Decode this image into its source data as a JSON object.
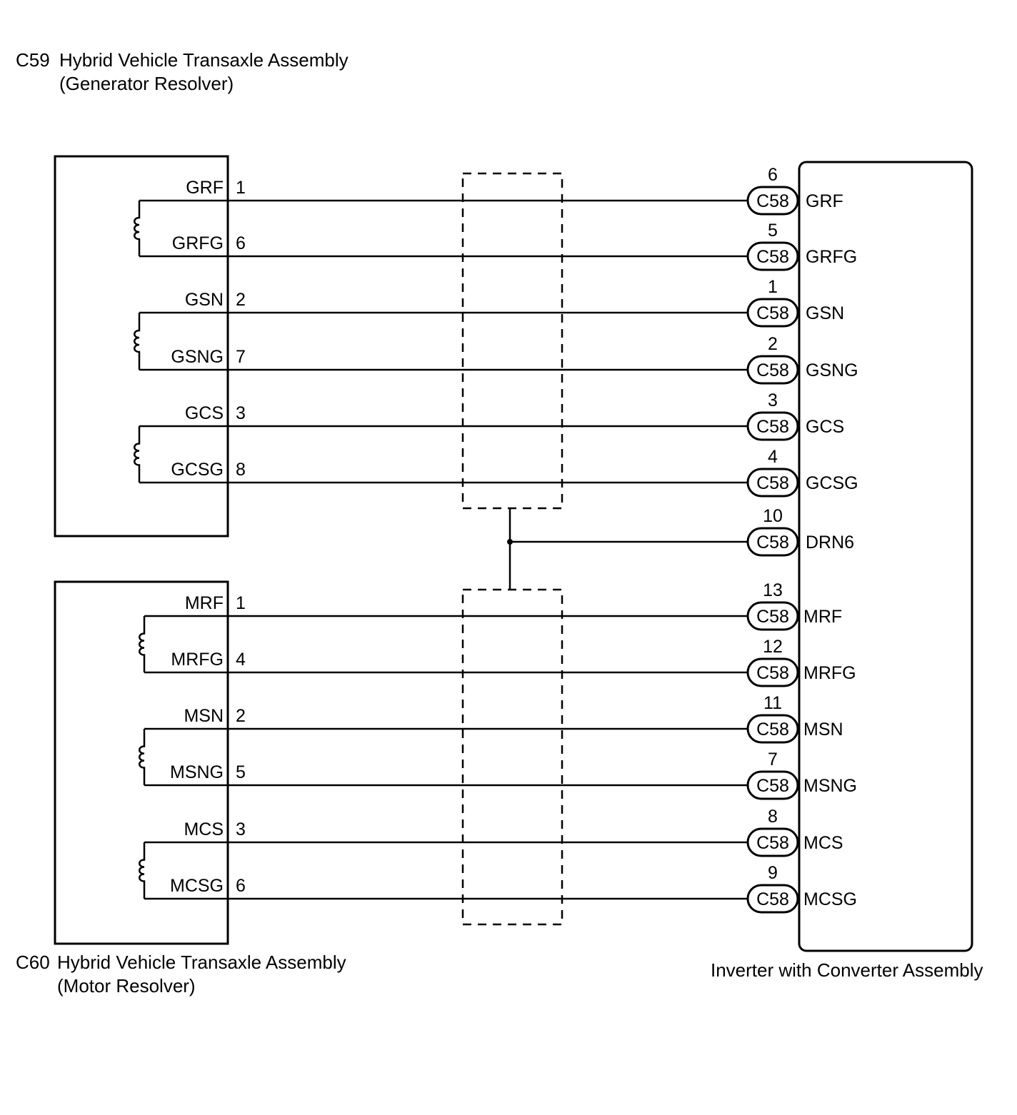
{
  "generator": {
    "code": "C59",
    "name_line1": "Hybrid Vehicle Transaxle Assembly",
    "name_line2": "(Generator Resolver)"
  },
  "motor": {
    "code": "C60",
    "name_line1": "Hybrid Vehicle Transaxle Assembly",
    "name_line2": "(Motor Resolver)"
  },
  "inverter": {
    "name": "Inverter with Converter Assembly",
    "connector": "C58"
  },
  "wires": [
    {
      "left_label": "GRF",
      "left_pin": "1",
      "right_pin": "6",
      "right_label": "GRF"
    },
    {
      "left_label": "GRFG",
      "left_pin": "6",
      "right_pin": "5",
      "right_label": "GRFG"
    },
    {
      "left_label": "GSN",
      "left_pin": "2",
      "right_pin": "1",
      "right_label": "GSN"
    },
    {
      "left_label": "GSNG",
      "left_pin": "7",
      "right_pin": "2",
      "right_label": "GSNG"
    },
    {
      "left_label": "GCS",
      "left_pin": "3",
      "right_pin": "3",
      "right_label": "GCS"
    },
    {
      "left_label": "GCSG",
      "left_pin": "8",
      "right_pin": "4",
      "right_label": "GCSG"
    },
    {
      "left_label": "",
      "left_pin": "",
      "right_pin": "10",
      "right_label": "DRN6"
    },
    {
      "left_label": "MRF",
      "left_pin": "1",
      "right_pin": "13",
      "right_label": "MRF"
    },
    {
      "left_label": "MRFG",
      "left_pin": "4",
      "right_pin": "12",
      "right_label": "MRFG"
    },
    {
      "left_label": "MSN",
      "left_pin": "2",
      "right_pin": "11",
      "right_label": "MSN"
    },
    {
      "left_label": "MSNG",
      "left_pin": "5",
      "right_pin": "7",
      "right_label": "MSNG"
    },
    {
      "left_label": "MCS",
      "left_pin": "3",
      "right_pin": "8",
      "right_label": "MCS"
    },
    {
      "left_label": "MCSG",
      "left_pin": "6",
      "right_pin": "9",
      "right_label": "MCSG"
    }
  ]
}
